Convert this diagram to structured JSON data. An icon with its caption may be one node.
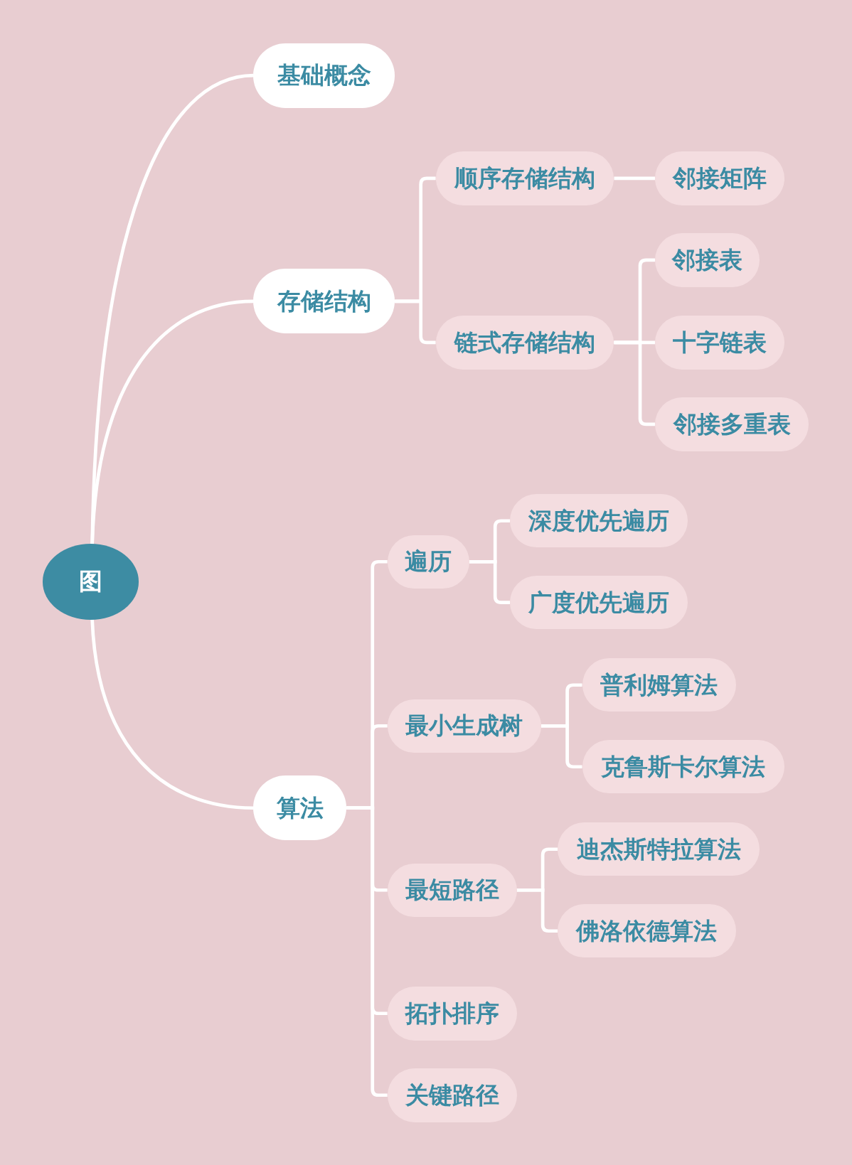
{
  "diagram": {
    "nodes": [
      {
        "text": [
          "图"
        ]
      },
      {
        "text": [
          "基础概念"
        ]
      },
      {
        "text": [
          "存储结构"
        ]
      },
      {
        "text": [
          "顺序存储结构"
        ]
      },
      {
        "text": [
          "邻接矩阵"
        ]
      },
      {
        "text": [
          "链式存储结构"
        ]
      },
      {
        "text": [
          "邻接表"
        ]
      },
      {
        "text": [
          "十字链表"
        ]
      },
      {
        "text": [
          "邻接多重表"
        ]
      },
      {
        "text": [
          "算法"
        ]
      },
      {
        "text": [
          "遍历"
        ]
      },
      {
        "text": [
          "深度优先遍历"
        ]
      },
      {
        "text": [
          "广度优先遍历"
        ]
      },
      {
        "text": [
          "最小生成树"
        ]
      },
      {
        "text": [
          "普利姆算法"
        ]
      },
      {
        "text": [
          "克鲁斯卡尔算法"
        ]
      },
      {
        "text": [
          "最短路径"
        ]
      },
      {
        "text": [
          "迪杰斯特拉算法"
        ]
      },
      {
        "text": [
          "佛洛依德算法"
        ]
      },
      {
        "text": [
          "拓扑排序"
        ]
      },
      {
        "text": [
          "关键路径"
        ]
      }
    ],
    "edges": [
      {
        "from": 0,
        "to": 1,
        "arrow": "none"
      },
      {
        "from": 0,
        "to": 2,
        "arrow": "none"
      },
      {
        "from": 0,
        "to": 9,
        "arrow": "none"
      },
      {
        "from": 2,
        "to": 3,
        "arrow": "none"
      },
      {
        "from": 2,
        "to": 5,
        "arrow": "none"
      },
      {
        "from": 3,
        "to": 4,
        "arrow": "none"
      },
      {
        "from": 5,
        "to": 6,
        "arrow": "none"
      },
      {
        "from": 5,
        "to": 7,
        "arrow": "none"
      },
      {
        "from": 5,
        "to": 8,
        "arrow": "none"
      },
      {
        "from": 9,
        "to": 10,
        "arrow": "none"
      },
      {
        "from": 9,
        "to": 13,
        "arrow": "none"
      },
      {
        "from": 9,
        "to": 16,
        "arrow": "none"
      },
      {
        "from": 9,
        "to": 19,
        "arrow": "none"
      },
      {
        "from": 9,
        "to": 20,
        "arrow": "none"
      },
      {
        "from": 10,
        "to": 11,
        "arrow": "none"
      },
      {
        "from": 10,
        "to": 12,
        "arrow": "none"
      },
      {
        "from": 13,
        "to": 14,
        "arrow": "none"
      },
      {
        "from": 13,
        "to": 15,
        "arrow": "none"
      },
      {
        "from": 16,
        "to": 17,
        "arrow": "none"
      },
      {
        "from": 16,
        "to": 18,
        "arrow": "none"
      }
    ]
  }
}
